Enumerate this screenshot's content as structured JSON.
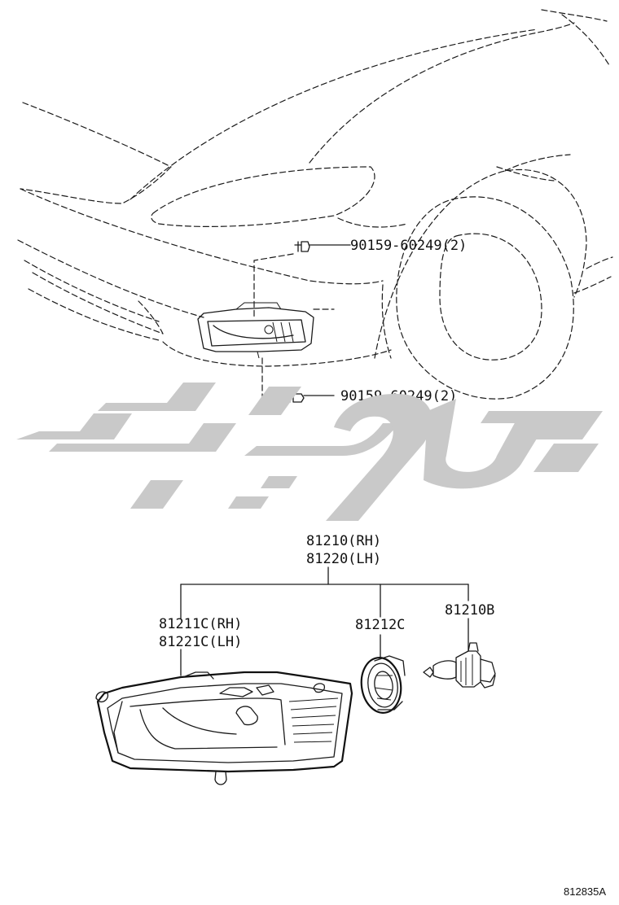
{
  "callouts": {
    "bolt_upper": "90159-60249(2)",
    "bolt_lower": "90159-60249(2)",
    "assembly_rh": "81210(RH)",
    "assembly_lh": "81220(LH)",
    "lens_rh": "81211C(RH)",
    "lens_lh": "81221C(LH)",
    "socket": "81212C",
    "bulb": "81210B"
  },
  "figure_code": "812835A",
  "watermark": {
    "description": "grey calligraphic logo band",
    "color": "#c9c9c9"
  },
  "colors": {
    "ink": "#1a1a1a",
    "background": "#ffffff"
  }
}
